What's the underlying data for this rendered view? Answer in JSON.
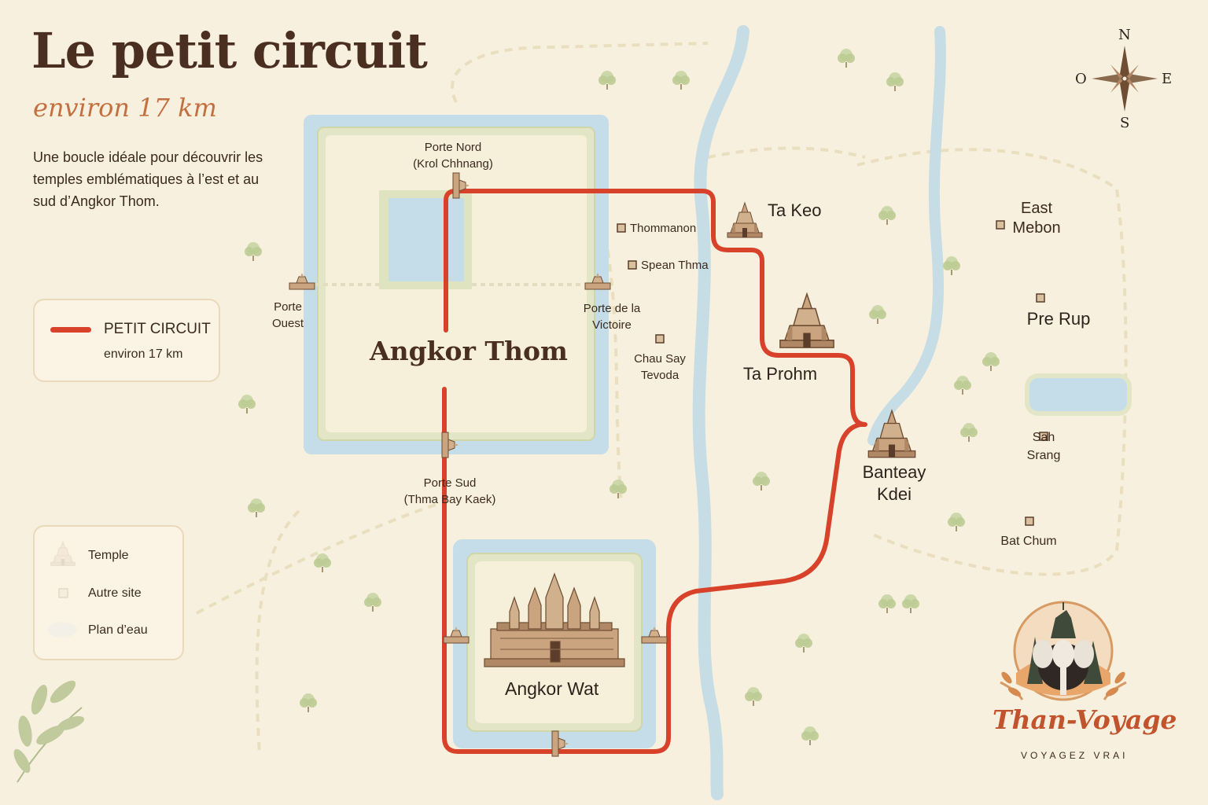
{
  "title": "Le petit circuit",
  "subtitle": "environ 17 km",
  "intro": "Une boucle idéale pour découvrir les temples emblématiques à l’est et au sud d’Angkor Thom.",
  "route_legend": {
    "title": "PETIT CIRCUIT",
    "distance": "environ 17 km",
    "color": "#d8412a"
  },
  "legend": {
    "temple": "Temple",
    "other_site": "Autre site",
    "water": "Plan d’eau"
  },
  "compass": {
    "north": "N",
    "south": "S",
    "east": "E",
    "west": "O"
  },
  "places": {
    "angkor_thom": "Angkor Thom",
    "angkor_wat": "Angkor Wat",
    "porte_nord": "Porte Nord\n(Krol Chhnang)",
    "porte_ouest": "Porte\nOuest",
    "porte_victoire": "Porte de la\nVictoire",
    "porte_sud": "Porte Sud\n(Thma Bay Kaek)",
    "thommanon": "Thommanon",
    "spean_thma": "Spean Thma",
    "chau_say": "Chau Say\nTevoda",
    "ta_keo": "Ta Keo",
    "ta_prohm": "Ta Prohm",
    "banteay_kdei": "Banteay\nKdei",
    "east_mebon": "East\nMebon",
    "pre_rup": "Pre Rup",
    "srah_srang": "Sah\nSrang",
    "bat_chum": "Bat Chum"
  },
  "brand": {
    "name": "Than-Voyage",
    "tagline": "VOYAGEZ VRAI"
  },
  "colors": {
    "background": "#f8f0df",
    "water": "#bcd9e6",
    "moat_island": "#e4e8c8",
    "route": "#d8412a",
    "text": "#3b2a1f"
  }
}
